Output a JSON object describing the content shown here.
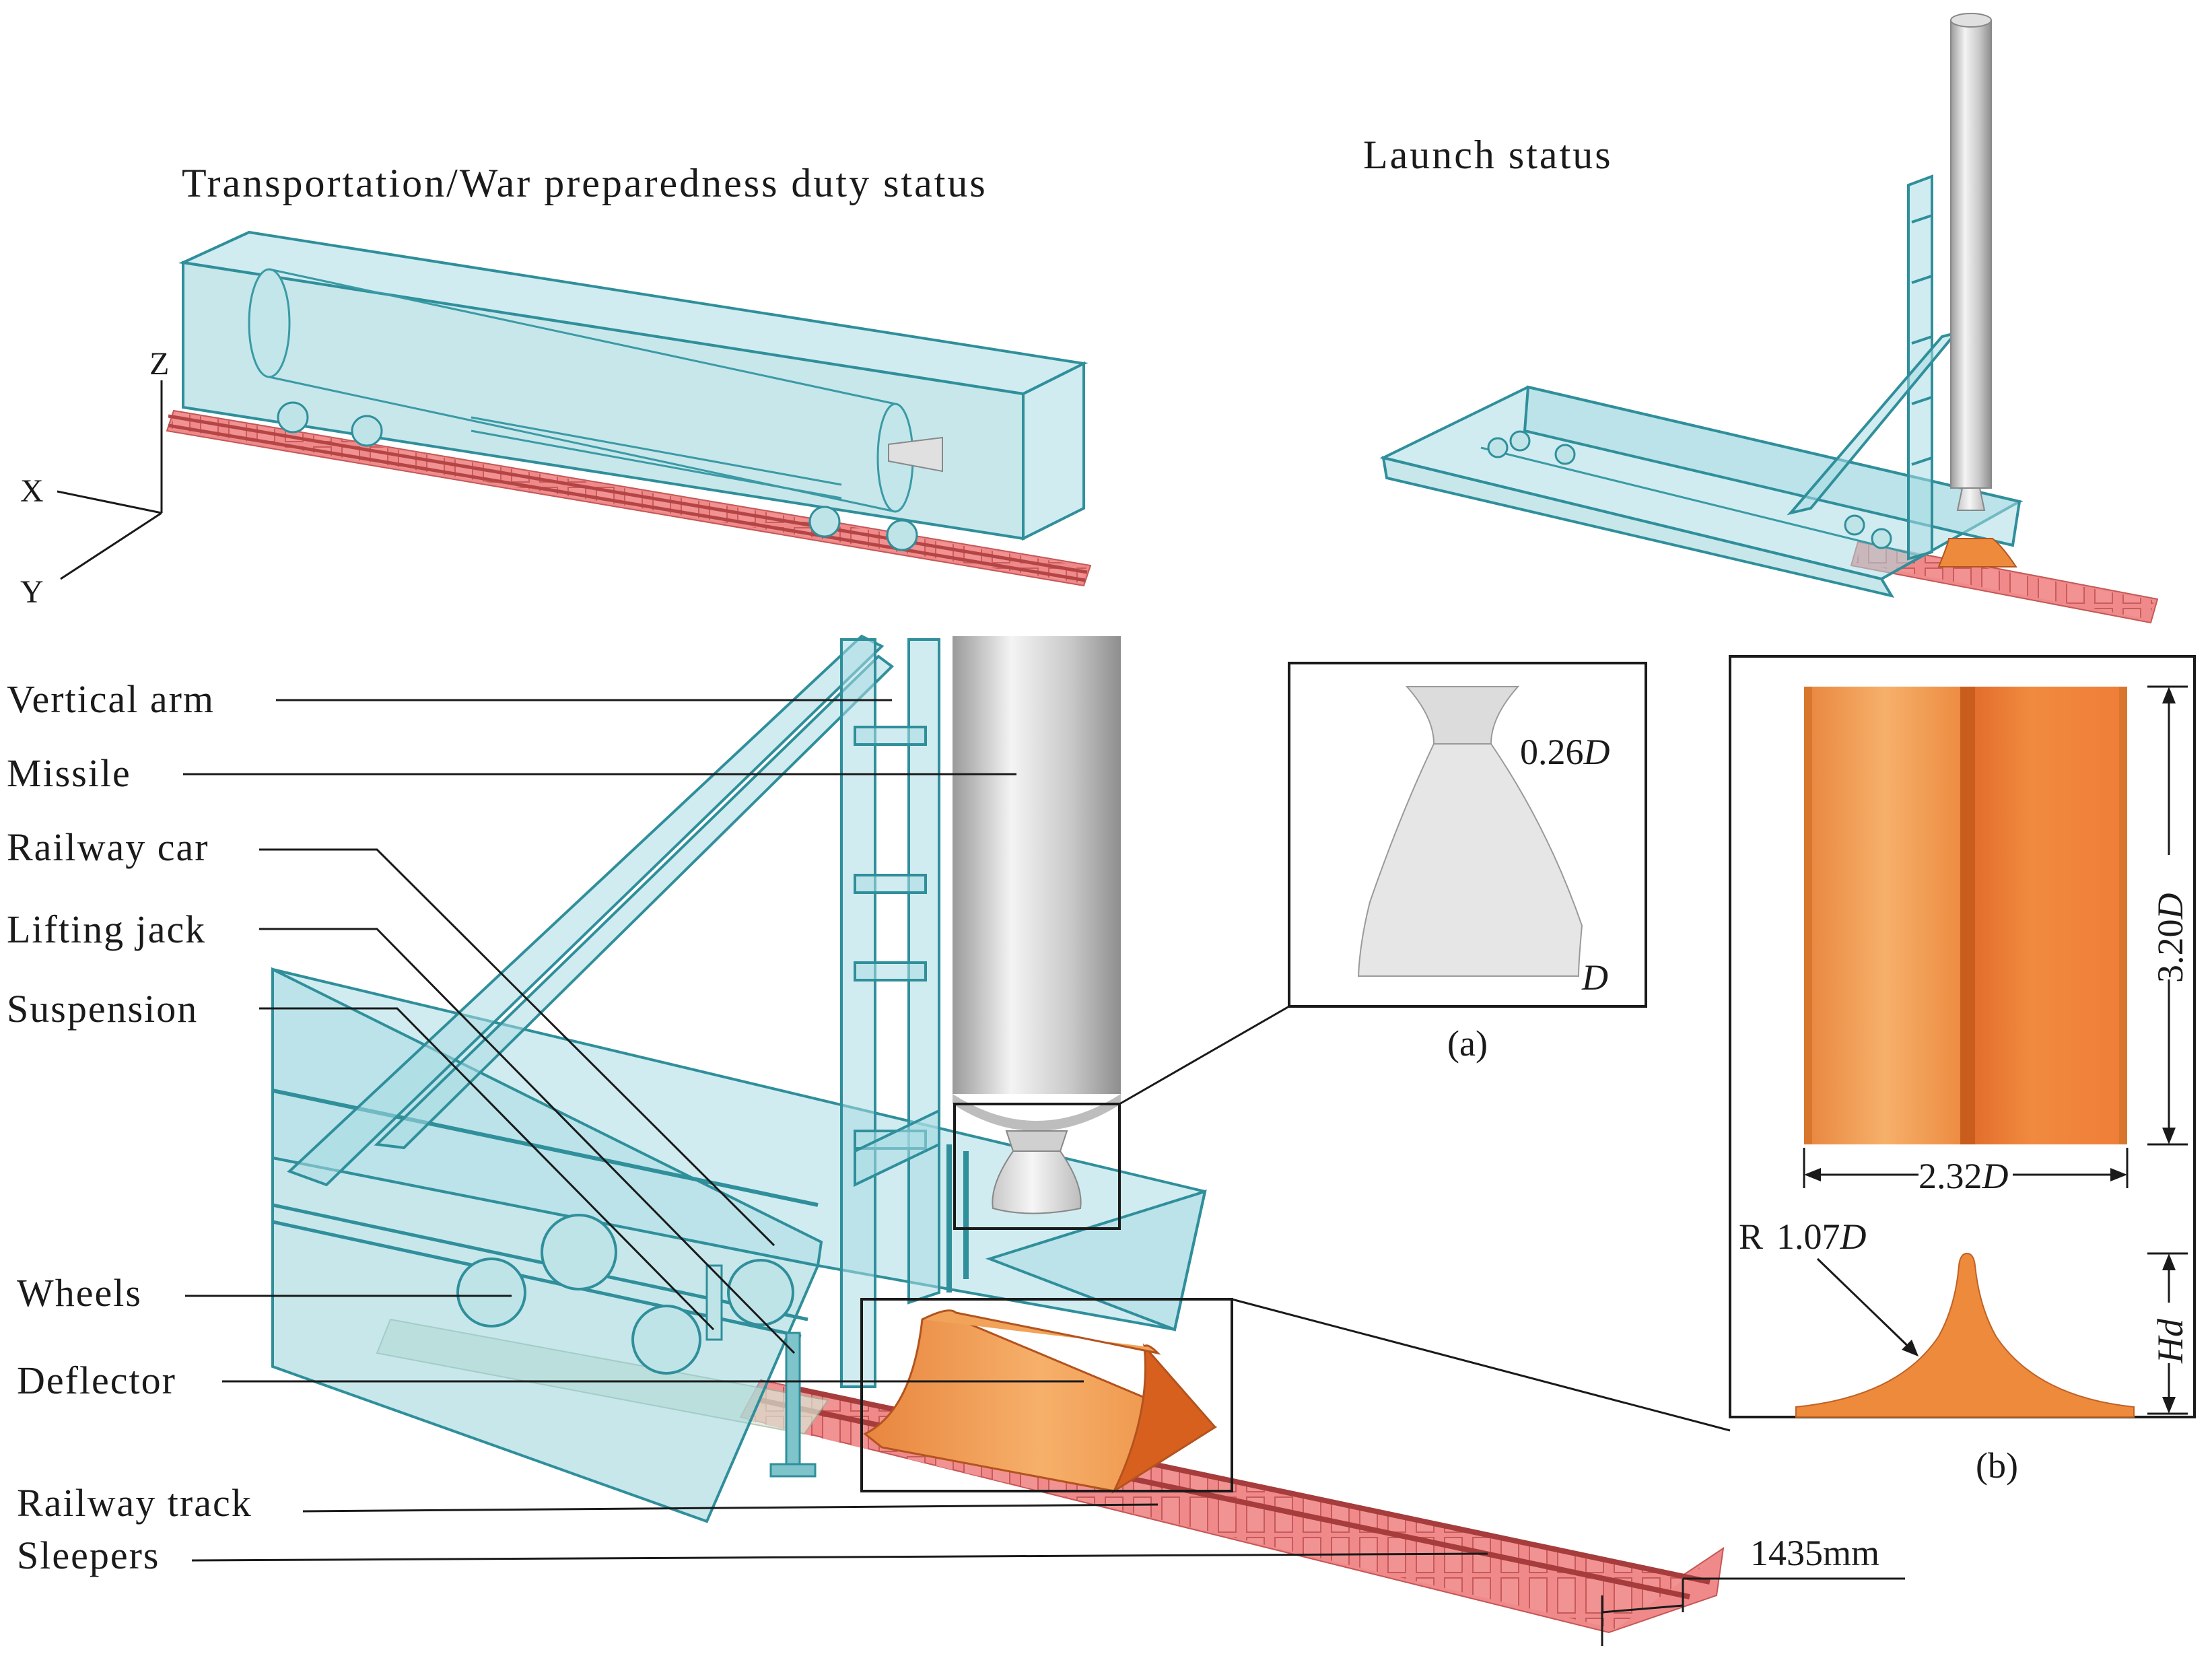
{
  "titles": {
    "transport": "Transportation/War preparedness duty status",
    "launch": "Launch status"
  },
  "axes": {
    "z": "Z",
    "x": "X",
    "y": "Y"
  },
  "components": [
    "Vertical arm",
    "Missile",
    "Railway car",
    "Lifting jack",
    "Suspension",
    "Wheels",
    "Deflector",
    "Railway track",
    "Sleepers"
  ],
  "track_gauge": "1435mm",
  "inset_a": {
    "caption": "(a)",
    "throat_value": "0.26",
    "throat_unit": "D",
    "exit_unit": "D"
  },
  "inset_b": {
    "caption": "(b)",
    "length_value": "3.20",
    "length_unit": "D",
    "width_value": "2.32",
    "width_unit": "D",
    "radius_prefix": "R",
    "radius_value": "1.07",
    "radius_unit": "D",
    "height_label": "Hd"
  },
  "colors": {
    "car_glass": "#a9dde3",
    "track": "#ef7f7f",
    "deflector": "#ee8a3c",
    "missile": "#d6d6d6"
  }
}
